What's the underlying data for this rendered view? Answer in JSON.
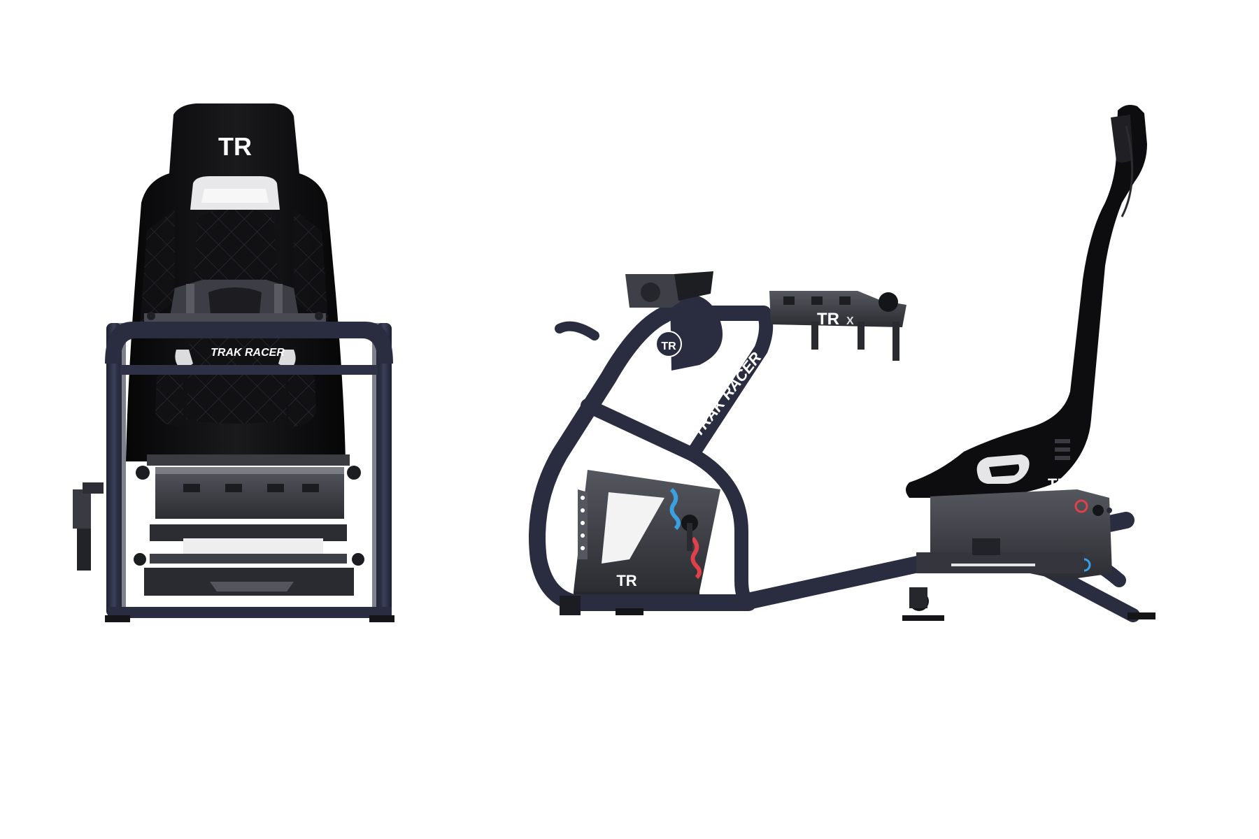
{
  "scene": {
    "background": "#ffffff",
    "frame_color": "#2a2d3f",
    "seat_color": "#0e0e10",
    "plate_color": "#3a3c44",
    "accent_red": "#e0404a",
    "accent_blue": "#3aa0e0"
  },
  "front_view": {
    "headrest_logo": "TR",
    "crossbar_text": "TRAK RACER"
  },
  "side_view": {
    "tower_logo": "TR",
    "diagonal_text": "TRAK RACER",
    "wheel_deck_text": "TR",
    "wheel_deck_suffix": "X",
    "base_plate_logo": "TR",
    "seat_bracket_logo": "TR"
  }
}
